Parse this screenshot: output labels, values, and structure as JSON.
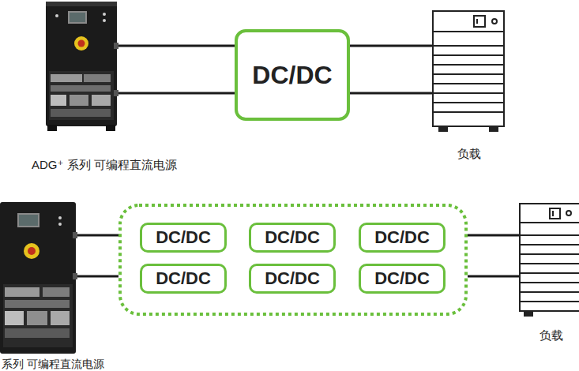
{
  "diagram": {
    "nodes": [
      {
        "text": [
          "ADG⁺ 系列 可编程直流电源"
        ]
      },
      {
        "text": [
          "DC/DC"
        ]
      },
      {
        "text": [
          "负载"
        ]
      },
      {
        "text": [
          "系列 可编程直流电源"
        ]
      },
      {
        "text": []
      },
      {
        "text": [
          "DC/DC"
        ],
        "in": 4
      },
      {
        "text": [
          "DC/DC"
        ],
        "in": 4
      },
      {
        "text": [
          "DC/DC"
        ],
        "in": 4
      },
      {
        "text": [
          "DC/DC"
        ],
        "in": 4
      },
      {
        "text": [
          "DC/DC"
        ],
        "in": 4
      },
      {
        "text": [
          "DC/DC"
        ],
        "in": 4
      },
      {
        "text": [
          "负载"
        ]
      }
    ],
    "edges": [
      {
        "from": 0,
        "to": 1,
        "arrow": "none"
      },
      {
        "from": 1,
        "to": 2,
        "arrow": "none"
      },
      {
        "from": 3,
        "to": 4,
        "arrow": "none"
      },
      {
        "from": 4,
        "to": 11,
        "arrow": "none"
      }
    ]
  }
}
